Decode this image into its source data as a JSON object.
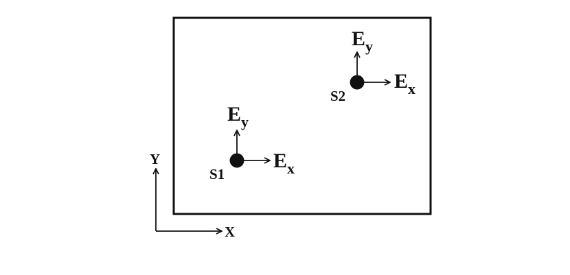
{
  "diagram": {
    "axes": {
      "x_label": "X",
      "y_label": "Y"
    },
    "sensors": [
      {
        "name": "S1",
        "ex_main": "E",
        "ex_sub": "x",
        "ey_main": "E",
        "ey_sub": "y"
      },
      {
        "name": "S2",
        "ex_main": "E",
        "ex_sub": "x",
        "ey_main": "E",
        "ey_sub": "y"
      }
    ],
    "colors": {
      "ink": "#111111",
      "background": "#ffffff"
    }
  }
}
